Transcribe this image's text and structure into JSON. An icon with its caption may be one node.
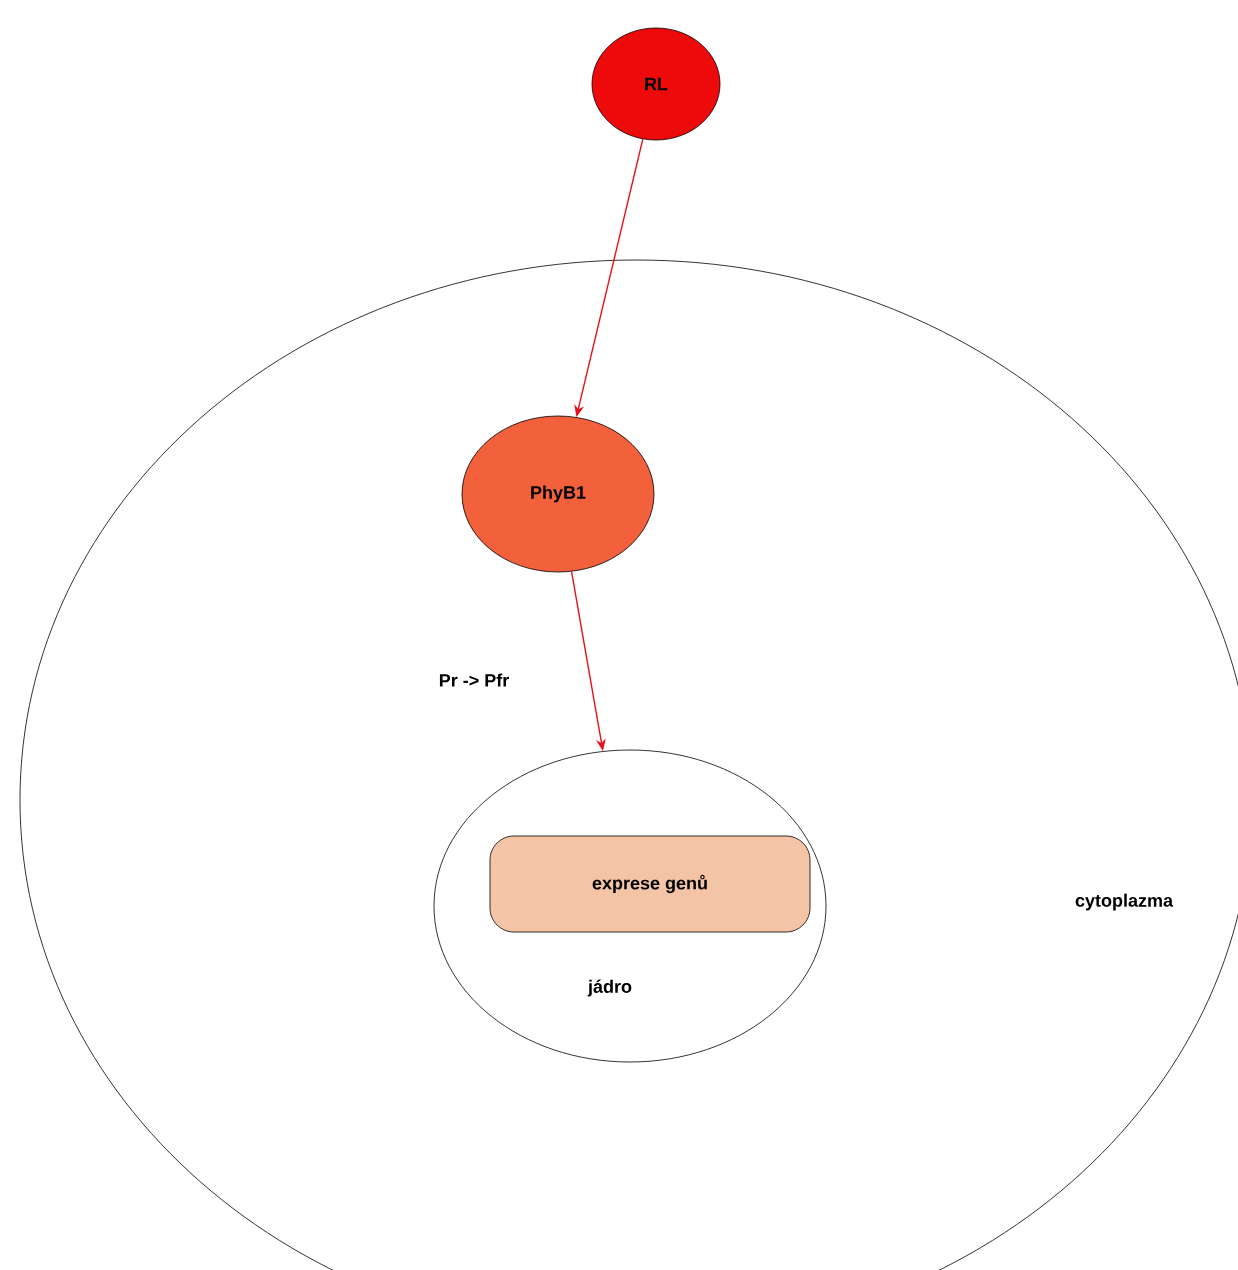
{
  "diagram": {
    "nodes": [
      {
        "text": [
          "RL"
        ]
      },
      {
        "text": [
          "cytoplazma"
        ]
      },
      {
        "text": [
          "PhyB1"
        ],
        "in": 1
      },
      {
        "text": [
          "jádro"
        ],
        "in": 1
      },
      {
        "text": [
          "exprese genů"
        ],
        "in": 3
      }
    ],
    "edges": [
      {
        "from": 0,
        "to": 2,
        "arrow": "to",
        "color": "#e8101a"
      },
      {
        "from": 2,
        "to": 3,
        "arrow": "to",
        "label": "Pr -> Pfr",
        "color": "#e8101a"
      }
    ]
  }
}
